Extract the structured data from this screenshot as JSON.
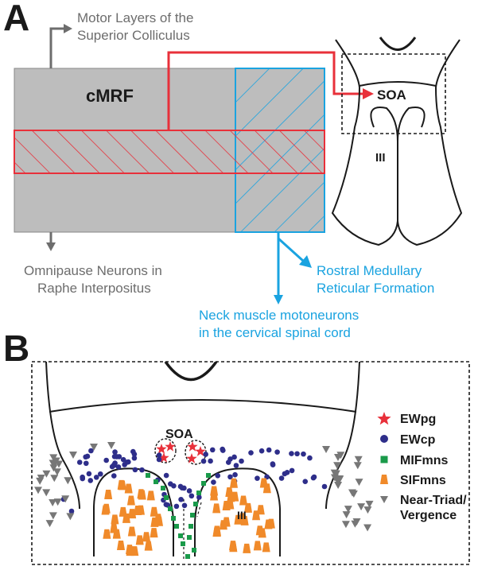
{
  "panel_a": {
    "letter": "A",
    "motor_layers_label": [
      "Motor Layers of the",
      "Superior Colliculus"
    ],
    "cmrf_label": "cMRF",
    "omnipause_label": [
      "Omnipause Neurons in",
      "Raphe Interpositus"
    ],
    "rmrf_label": [
      "Rostral Medullary",
      "Reticular Formation"
    ],
    "neck_label": [
      "Neck muscle motoneurons",
      "in the cervical spinal cord"
    ],
    "soa_label": "SOA",
    "iii_label": "III"
  },
  "panel_b": {
    "letter": "B",
    "soa_label": "SOA",
    "iii_label": "III",
    "legend": [
      {
        "label": "EWpg",
        "symbol": "star",
        "color": "#e8303a"
      },
      {
        "label": "EWcp",
        "symbol": "circle",
        "color": "#2e2e8a"
      },
      {
        "label": "MIFmns",
        "symbol": "square",
        "color": "#1a9a4a"
      },
      {
        "label": "SIFmns",
        "symbol": "trapezoid",
        "color": "#f08a2a"
      },
      {
        "label": "Near-Triad/",
        "symbol": "triangle-down",
        "color": "#777777"
      },
      {
        "label": "Vergence",
        "symbol": "none",
        "color": "#777777"
      }
    ]
  },
  "colors": {
    "gray_box": "#bdbdbd",
    "red": "#e8303a",
    "blue": "#1aa3e0",
    "arrow_gray": "#6d6d6d"
  }
}
